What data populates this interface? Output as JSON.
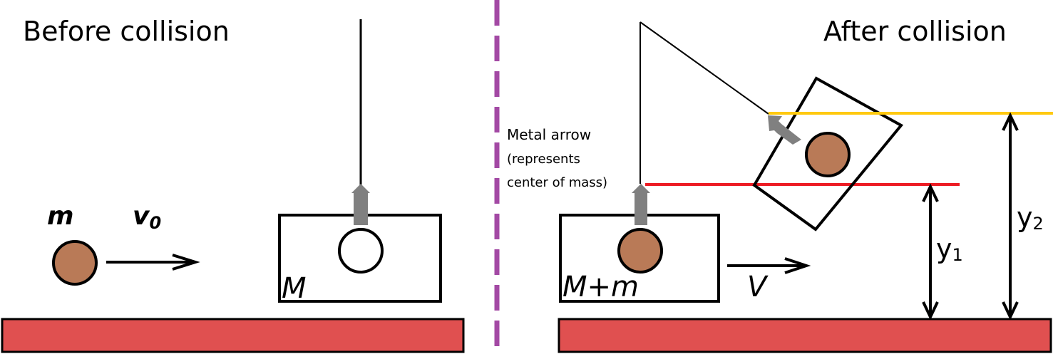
{
  "titles": {
    "before": "Before collision",
    "after": "After collision"
  },
  "labels": {
    "bullet_mass": "m",
    "initial_velocity": "v",
    "initial_velocity_sub": "0",
    "block_mass": "M",
    "combined_mass": "M+m",
    "final_velocity": "V",
    "metal_arrow_line1": "Metal arrow",
    "metal_arrow_line2": "(represents",
    "metal_arrow_line3": "center of mass)",
    "height1": "y",
    "height1_sub": "1",
    "height2": "y",
    "height2_sub": "2"
  },
  "colors": {
    "ground": "#e05050",
    "bullet": "#b97a57",
    "arrow_gray": "#808080",
    "divider": "#a349a4",
    "level_initial": "#ed1c24",
    "level_final": "#ffc90e"
  }
}
